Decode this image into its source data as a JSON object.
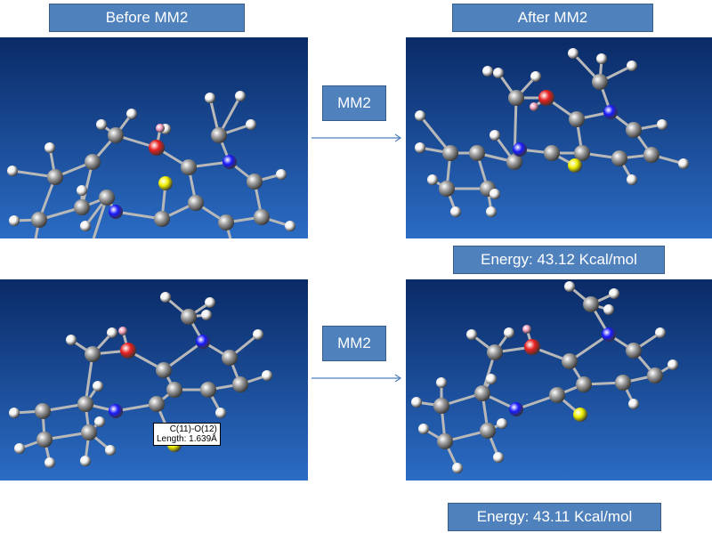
{
  "titles": {
    "before": "Before MM2",
    "after": "After MM2"
  },
  "steps": {
    "top": "MM2",
    "bottom": "MM2"
  },
  "energies": {
    "top": "Energy: 43.12 Kcal/mol",
    "bottom": "Energy: 43.11 Kcal/mol"
  },
  "tooltip": {
    "bond": "C(11)-O(12)",
    "length": "Length: 1.639Å"
  },
  "colors": {
    "box_fill": "#4f81bd",
    "panel_bg_dark": "#0a2a66",
    "panel_bg_light": "#2b6cc4",
    "carbon": "#9a9a9a",
    "hydrogen": "#f2f2f2",
    "nitrogen": "#1a1aff",
    "oxygen": "#e82020",
    "sulfur": "#f0f000",
    "hydroxyl_h": "#f4a0c0"
  }
}
